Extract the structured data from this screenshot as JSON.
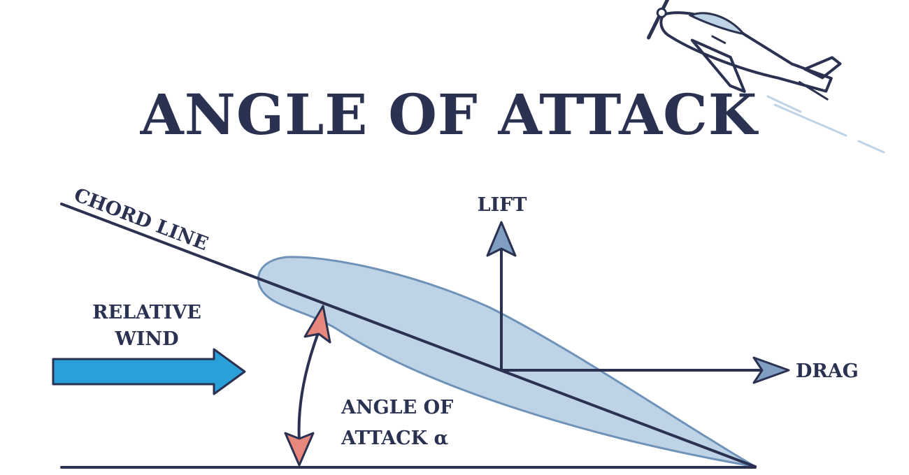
{
  "title": "ANGLE OF ATTACK",
  "labels": {
    "chord_line": "CHORD LINE",
    "lift": "LIFT",
    "drag": "DRAG",
    "relative_wind_line1": "RELATIVE",
    "relative_wind_line2": "WIND",
    "angle_line1": "ANGLE OF",
    "angle_line2": "ATTACK α"
  },
  "icons": {
    "airplane": "airplane-icon",
    "wind_arrow": "wind-arrow-icon",
    "lift_arrow": "up-arrow-icon",
    "drag_arrow": "right-arrow-icon",
    "angle_arc": "double-arrow-arc-icon"
  },
  "colors": {
    "ink": "#2b3150",
    "airfoil_fill": "#bfd3e6",
    "airfoil_stroke": "#6f93b8",
    "wind_arrow": "#2a9fd8",
    "angle_arrowheads": "#e8877b",
    "force_arrowheads": "#7f9ec1"
  }
}
